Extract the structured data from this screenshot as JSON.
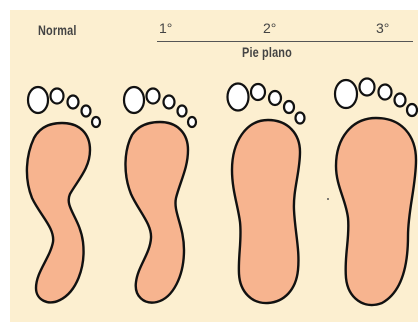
{
  "labels": {
    "normal": "Normal",
    "grade_1": "1°",
    "grade_2": "2°",
    "grade_3": "3°",
    "group": "Pie plano"
  },
  "colors": {
    "background": "#fcefd0",
    "sole": "#f7b48f",
    "outline": "#111111",
    "text": "#444444"
  }
}
